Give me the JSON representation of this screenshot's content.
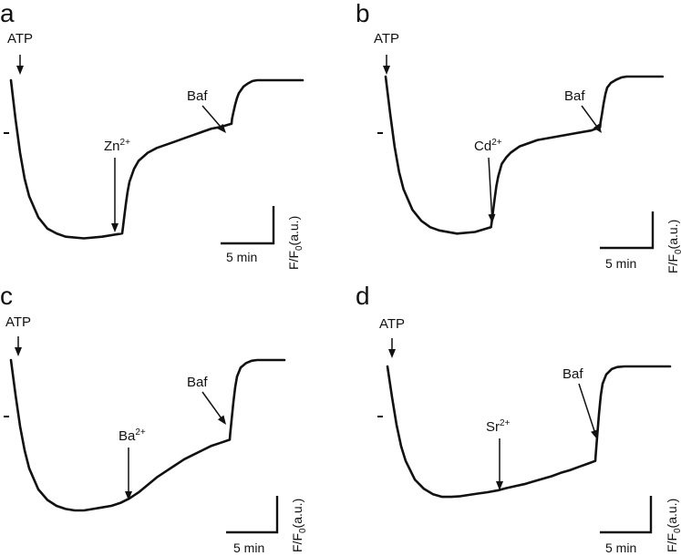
{
  "chart_data": [
    {
      "type": "line",
      "panel": "a",
      "start_label": "ATP",
      "ion_label": "Zn",
      "ion_charge": "2+",
      "end_label": "Baf",
      "scale_x_label": "5 min",
      "ylabel_main": "F/F",
      "ylabel_sub": "0",
      "ylabel_unit": "(a.u.)",
      "ion_time_min": 12.2,
      "baf_time_min": 24.2,
      "series": [
        {
          "x": [
            0,
            0.5,
            1,
            1.5,
            2,
            3,
            4,
            5,
            6,
            8,
            10,
            12.2,
            12.25,
            12.4,
            12.6,
            12.8,
            13,
            13.5,
            14,
            15,
            16,
            17,
            18,
            19,
            20,
            21,
            22,
            23,
            24.2,
            24.25,
            24.4,
            24.6,
            24.8,
            25,
            25.5,
            26,
            26.5,
            27,
            28,
            29,
            30,
            31,
            32
          ],
          "y": [
            1.0,
            0.76,
            0.55,
            0.39,
            0.28,
            0.15,
            0.08,
            0.05,
            0.03,
            0.02,
            0.03,
            0.05,
            0.07,
            0.14,
            0.23,
            0.31,
            0.37,
            0.45,
            0.5,
            0.55,
            0.58,
            0.6,
            0.62,
            0.64,
            0.66,
            0.68,
            0.7,
            0.71,
            0.73,
            0.76,
            0.8,
            0.85,
            0.89,
            0.92,
            0.96,
            0.98,
            0.995,
            1.0,
            1.0,
            1.0,
            1.0,
            1.0,
            1.0
          ]
        }
      ]
    },
    {
      "type": "line",
      "panel": "b",
      "start_label": "ATP",
      "ion_label": "Cd",
      "ion_charge": "2+",
      "end_label": "Baf",
      "scale_x_label": "5 min",
      "ylabel_main": "F/F",
      "ylabel_sub": "0",
      "ylabel_unit": "(a.u.)",
      "ion_time_min": 11.8,
      "baf_time_min": 24.0,
      "series": [
        {
          "x": [
            0,
            0.5,
            1,
            1.5,
            2,
            3,
            4,
            5,
            6,
            8,
            10,
            11.8,
            11.85,
            12,
            12.2,
            12.4,
            12.6,
            13,
            13.5,
            14,
            15,
            16,
            17,
            18,
            19,
            20,
            21,
            22,
            23,
            24.0,
            24.05,
            24.2,
            24.4,
            24.6,
            24.8,
            25.2,
            25.8,
            26.4,
            27,
            28,
            29,
            30,
            31
          ],
          "y": [
            1.0,
            0.77,
            0.56,
            0.4,
            0.29,
            0.16,
            0.09,
            0.05,
            0.03,
            0.01,
            0.02,
            0.05,
            0.07,
            0.14,
            0.23,
            0.31,
            0.37,
            0.45,
            0.49,
            0.52,
            0.56,
            0.58,
            0.6,
            0.61,
            0.62,
            0.63,
            0.64,
            0.65,
            0.66,
            0.68,
            0.71,
            0.76,
            0.83,
            0.89,
            0.93,
            0.96,
            0.98,
            0.995,
            1.0,
            1.0,
            1.0,
            1.0,
            1.0
          ]
        }
      ]
    },
    {
      "type": "line",
      "panel": "c",
      "start_label": "ATP",
      "ion_label": "Ba",
      "ion_charge": "2+",
      "end_label": "Baf",
      "scale_x_label": "5 min",
      "ylabel_main": "F/F",
      "ylabel_sub": "0",
      "ylabel_unit": "(a.u.)",
      "ion_time_min": 13.0,
      "baf_time_min": 24.0,
      "series": [
        {
          "x": [
            0,
            0.5,
            1,
            1.5,
            2,
            3,
            4,
            5,
            6,
            7,
            8,
            9,
            10,
            11,
            12,
            13,
            14,
            15,
            16,
            17,
            18,
            19,
            20,
            21,
            22,
            23,
            24.0,
            24.05,
            24.2,
            24.4,
            24.6,
            24.8,
            25.2,
            25.8,
            26.4,
            27,
            28,
            29,
            30
          ],
          "y": [
            1.0,
            0.77,
            0.56,
            0.4,
            0.28,
            0.14,
            0.07,
            0.03,
            0.01,
            0.0,
            0.0,
            0.01,
            0.02,
            0.03,
            0.05,
            0.08,
            0.12,
            0.17,
            0.22,
            0.26,
            0.3,
            0.34,
            0.37,
            0.4,
            0.43,
            0.45,
            0.47,
            0.51,
            0.6,
            0.72,
            0.82,
            0.89,
            0.95,
            0.98,
            0.995,
            1.0,
            1.0,
            1.0,
            1.0
          ]
        }
      ]
    },
    {
      "type": "line",
      "panel": "d",
      "start_label": "ATP",
      "ion_label": "Sr",
      "ion_charge": "2+",
      "end_label": "Baf",
      "scale_x_label": "5 min",
      "ylabel_main": "F/F",
      "ylabel_sub": "0",
      "ylabel_unit": "(a.u.)",
      "ion_time_min": 12.2,
      "baf_time_min": 22.8,
      "series": [
        {
          "x": [
            0,
            0.5,
            1,
            1.5,
            2,
            3,
            4,
            5,
            6,
            7,
            8,
            9,
            10,
            11,
            12.2,
            13,
            14,
            15,
            16,
            17,
            18,
            19,
            20,
            21,
            22,
            22.8,
            22.85,
            23,
            23.2,
            23.4,
            23.6,
            24,
            24.6,
            25.2,
            26,
            27,
            28,
            29,
            30,
            31
          ],
          "y": [
            1.0,
            0.77,
            0.56,
            0.4,
            0.29,
            0.15,
            0.08,
            0.04,
            0.02,
            0.02,
            0.025,
            0.035,
            0.045,
            0.055,
            0.07,
            0.085,
            0.1,
            0.115,
            0.135,
            0.155,
            0.175,
            0.2,
            0.22,
            0.245,
            0.27,
            0.29,
            0.34,
            0.47,
            0.64,
            0.78,
            0.87,
            0.94,
            0.98,
            0.995,
            1.0,
            1.0,
            1.0,
            1.0,
            1.0,
            1.0
          ]
        }
      ]
    }
  ]
}
